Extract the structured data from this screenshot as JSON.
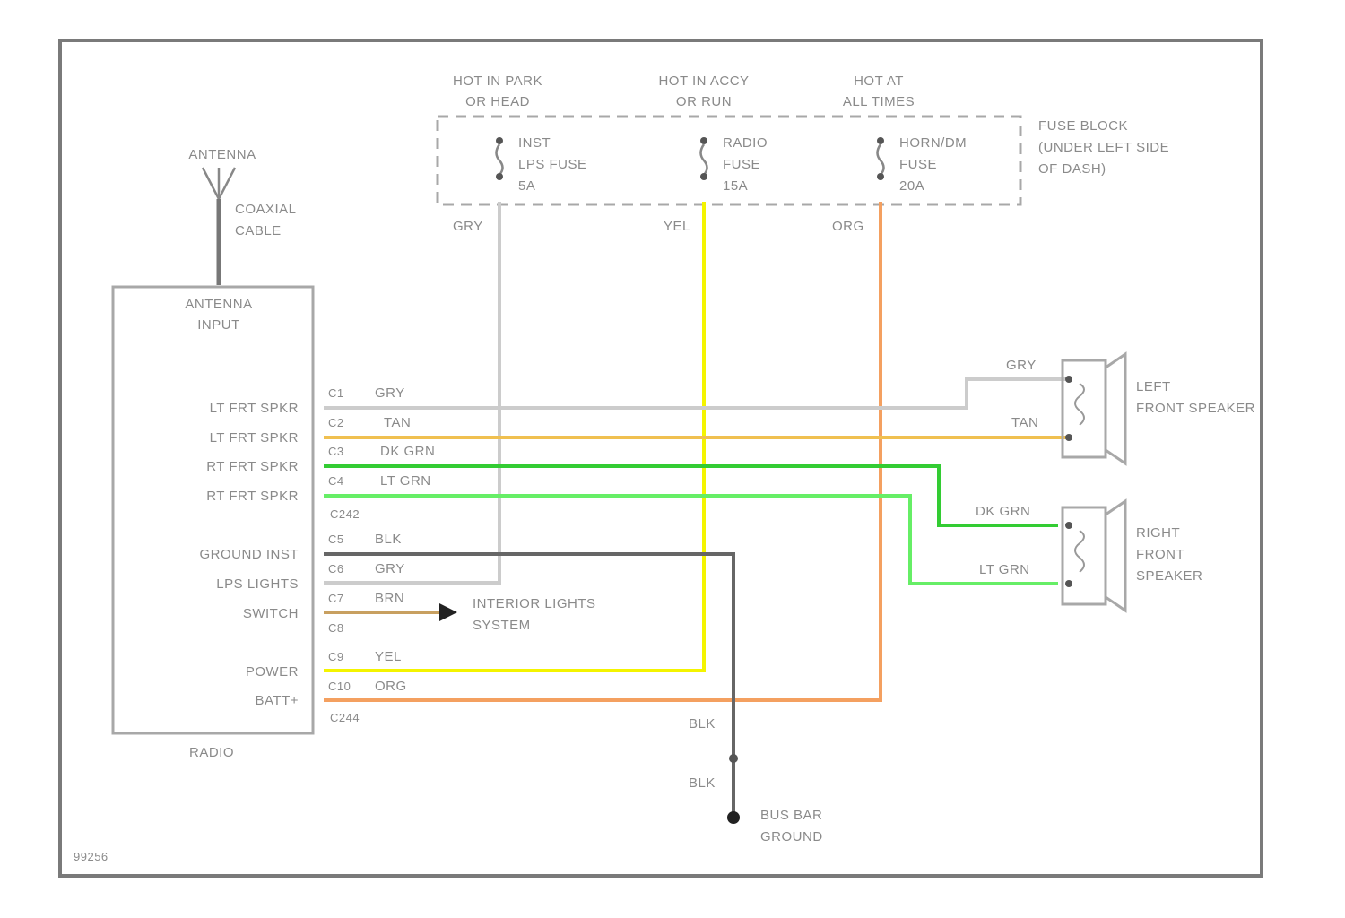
{
  "colors": {
    "gry": "#cccccc",
    "tan": "#f0c050",
    "dk_grn": "#33cc33",
    "lt_grn": "#66ee66",
    "blk": "#666666",
    "brn": "#c8a060",
    "yel": "#f4f400",
    "org": "#f4a060"
  },
  "fuse_block": {
    "headers": [
      [
        "HOT IN PARK",
        "OR HEAD"
      ],
      [
        "HOT IN ACCY",
        "OR RUN"
      ],
      [
        "HOT AT",
        "ALL TIMES"
      ]
    ],
    "fuses": [
      [
        "INST",
        "LPS FUSE",
        "5A"
      ],
      [
        "RADIO",
        "FUSE",
        "15A"
      ],
      [
        "HORN/DM",
        "FUSE",
        "20A"
      ]
    ],
    "label": [
      "FUSE BLOCK",
      "(UNDER LEFT SIDE",
      "OF DASH)"
    ],
    "wire_labels": [
      "GRY",
      "YEL",
      "ORG"
    ]
  },
  "antenna": {
    "label": "ANTENNA",
    "cable": [
      "COAXIAL",
      "CABLE"
    ]
  },
  "radio": {
    "input": [
      "ANTENNA",
      "INPUT"
    ],
    "name": "RADIO",
    "pins": [
      {
        "func": "LT FRT SPKR",
        "pin": "C1",
        "wire": "GRY"
      },
      {
        "func": "LT FRT SPKR",
        "pin": "C2",
        "wire": "TAN"
      },
      {
        "func": "RT FRT SPKR",
        "pin": "C3",
        "wire": "DK GRN"
      },
      {
        "func": "RT FRT SPKR",
        "pin": "C4",
        "wire": "LT GRN"
      },
      {
        "func": "GROUND INST",
        "pin": "C5",
        "wire": "BLK"
      },
      {
        "func": "LPS LIGHTS",
        "pin": "C6",
        "wire": "GRY"
      },
      {
        "func": "SWITCH",
        "pin": "C7",
        "wire": "BRN"
      },
      {
        "func": "",
        "pin": "C8",
        "wire": ""
      },
      {
        "func": "POWER",
        "pin": "C9",
        "wire": "YEL"
      },
      {
        "func": "BATT+",
        "pin": "C10",
        "wire": "ORG"
      }
    ],
    "conn_top": "C242",
    "conn_bottom": "C244"
  },
  "speakers": {
    "left": {
      "label": [
        "LEFT",
        "FRONT SPEAKER"
      ],
      "wires": [
        "GRY",
        "TAN"
      ]
    },
    "right": {
      "label": [
        "RIGHT",
        "FRONT",
        "SPEAKER"
      ],
      "wires": [
        "DK GRN",
        "LT GRN"
      ]
    }
  },
  "interior_lights": [
    "INTERIOR LIGHTS",
    "SYSTEM"
  ],
  "ground": {
    "wire1": "BLK",
    "wire2": "BLK",
    "label": [
      "BUS BAR",
      "GROUND"
    ]
  },
  "figure_id": "99256"
}
